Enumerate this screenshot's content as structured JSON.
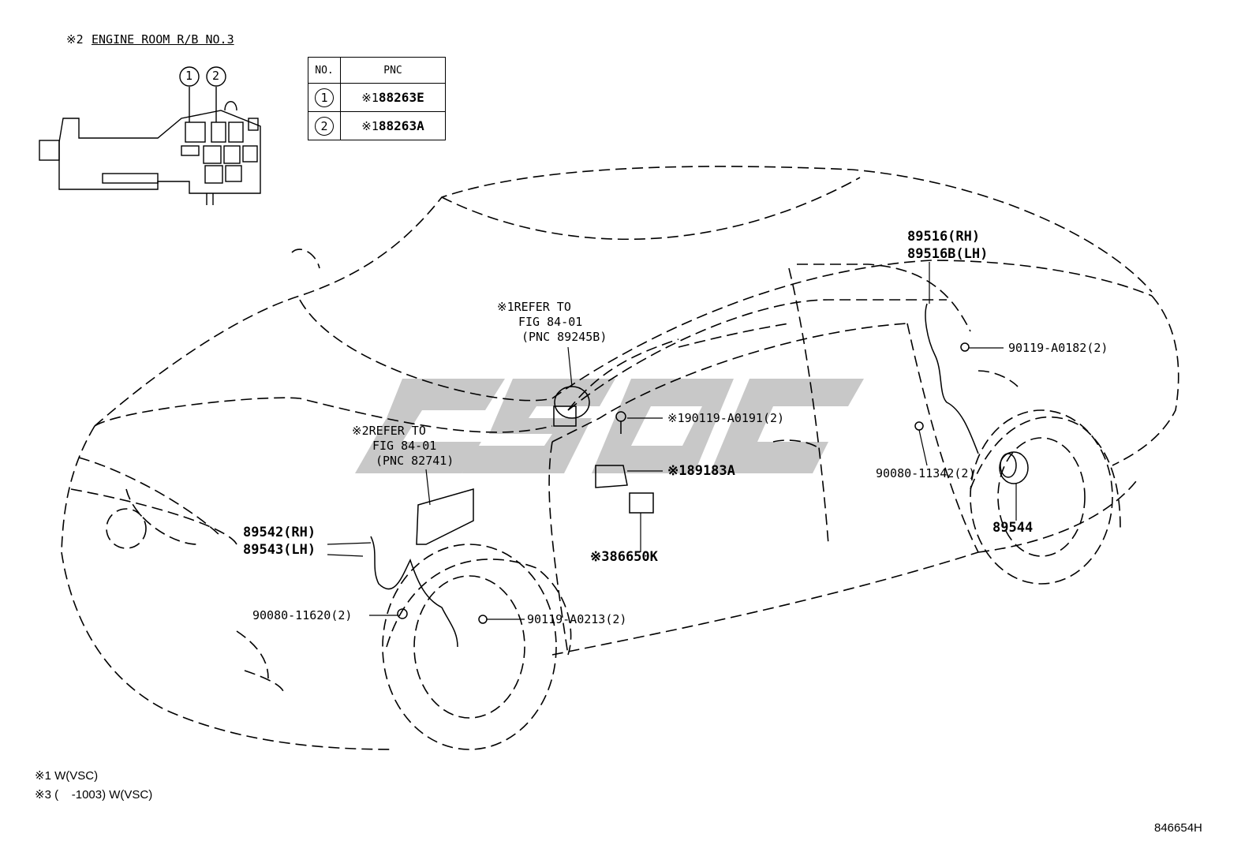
{
  "header": {
    "mark2": "※2",
    "title": "ENGINE ROOM R/B NO.3"
  },
  "relay_block_callouts": [
    "1",
    "2"
  ],
  "pnc_table": {
    "headers": [
      "NO.",
      "PNC"
    ],
    "rows": [
      {
        "no": "1",
        "prefix": "※1",
        "pnc": "88263E"
      },
      {
        "no": "2",
        "prefix": "※1",
        "pnc": "88263A"
      }
    ]
  },
  "labels": {
    "refer1_line1": "※1REFER TO",
    "refer1_line2": "FIG 84-01",
    "refer1_line3": "(PNC 89245B)",
    "refer2_line1": "※2REFER TO",
    "refer2_line2": "FIG 84-01",
    "refer2_line3": "(PNC 82741)",
    "p89516_rh": "89516(RH)",
    "p89516b_lh": "89516B(LH)",
    "p90119_a0182": "90119-A0182(2)",
    "p90119_a0191": "※190119-A0191(2)",
    "p89183a": "※189183A",
    "p90080_11342": "90080-11342(2)",
    "p89544": "89544",
    "p86650k": "※386650K",
    "p89542_rh": "89542(RH)",
    "p89543_lh": "89543(LH)",
    "p90080_11620": "90080-11620(2)",
    "p90119_a0213": "90119-A0213(2)"
  },
  "footnotes": {
    "note1": "※1 W(VSC)",
    "note3": "※3 (    -1003) W(VSC)"
  },
  "figure_id": "846654H",
  "watermark": "CSOC",
  "colors": {
    "line": "#000000",
    "watermark": "#c8c8c8"
  }
}
